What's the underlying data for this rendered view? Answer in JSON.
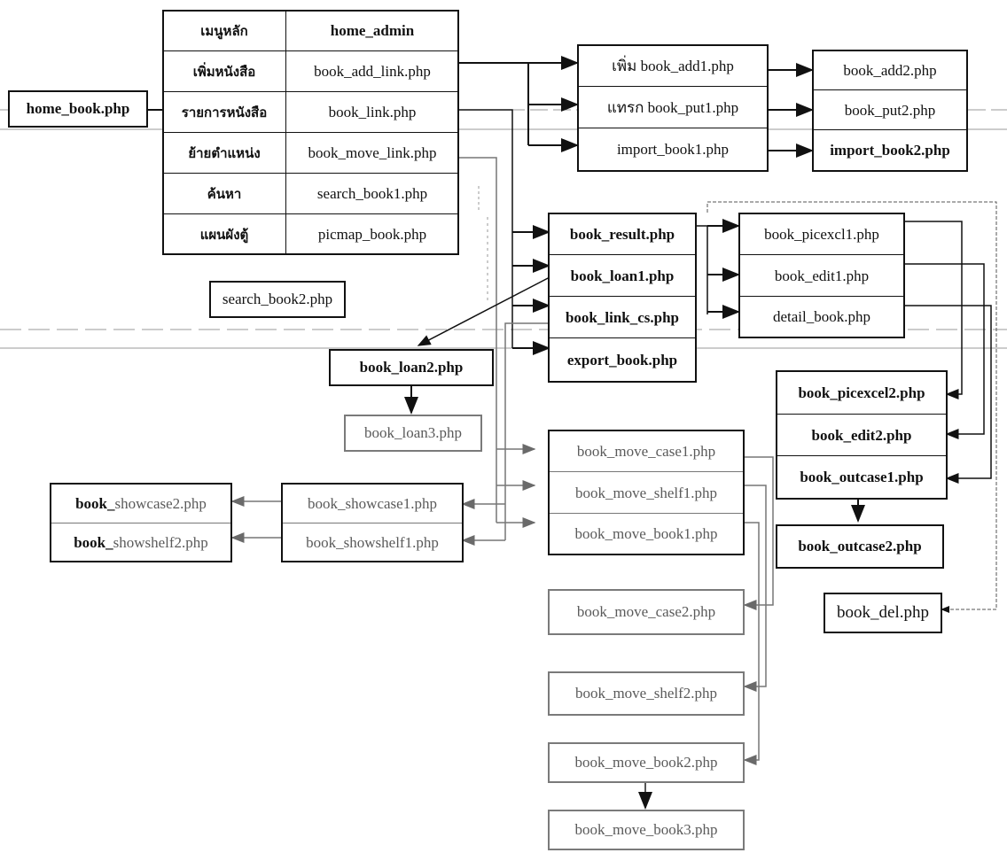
{
  "menu_table": {
    "rows": [
      {
        "thai": "เมนูหลัก",
        "file": "home_admin"
      },
      {
        "thai": "เพิ่มหนังสือ",
        "file": "book_add_link.php"
      },
      {
        "thai": "รายการหนังสือ",
        "file": "book_link.php"
      },
      {
        "thai": "ย้ายตำแหน่ง",
        "file": "book_move_link.php"
      },
      {
        "thai": "ค้นหา",
        "file": "search_book1.php"
      },
      {
        "thai": "แผนผังตู้",
        "file": "picmap_book.php"
      }
    ]
  },
  "nodes": {
    "home_book": "home_book.php",
    "search_book2": "search_book2.php",
    "book_loan2": "book_loan2.php",
    "book_loan3": "book_loan3.php",
    "add_col1": [
      "เพิ่ม book_add1.php",
      "แทรก book_put1.php",
      "import_book1.php"
    ],
    "add_col2": [
      "book_add2.php",
      "book_put2.php",
      "import_book2.php"
    ],
    "result_col": [
      "book_result.php",
      "book_loan1.php",
      "book_link_cs.php",
      "export_book.php"
    ],
    "picexcel_col": [
      "book_picexcl1.php",
      "book_edit1.php",
      "detail_book.php"
    ],
    "picexcel2_col": [
      "book_picexcel2.php",
      "book_edit2.php",
      "book_outcase1.php"
    ],
    "book_outcase2": "book_outcase2.php",
    "book_del": "book_del.php",
    "move_col": [
      "book_move_case1.php",
      "book_move_shelf1.php",
      "book_move_book1.php"
    ],
    "show_col": [
      "book_showcase1.php",
      "book_showshelf1.php"
    ],
    "show2_col": [
      {
        "a": "book_",
        "b": "showcase2.php"
      },
      {
        "a": "book_",
        "b": "showshelf2.php"
      }
    ],
    "book_move_case2": "book_move_case2.php",
    "book_move_shelf2": "book_move_shelf2.php",
    "book_move_book2": "book_move_book2.php",
    "book_move_book3": "book_move_book3.php"
  }
}
